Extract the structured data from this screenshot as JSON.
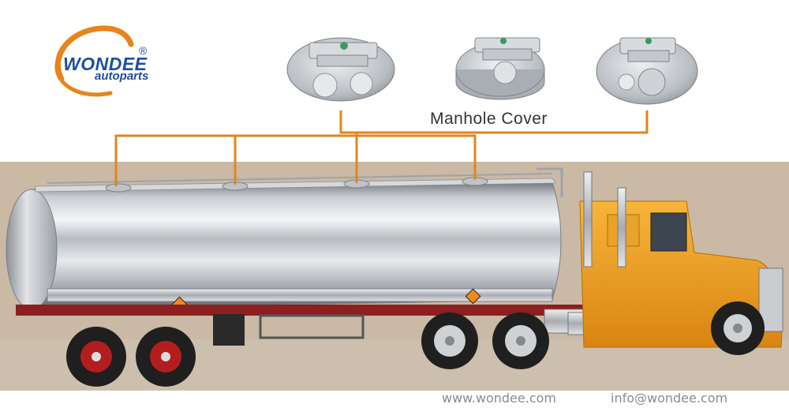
{
  "logo": {
    "brand": "WONDEE",
    "sub": "autoparts",
    "registered": "®"
  },
  "caption": "Manhole Cover",
  "footer": {
    "website": "www.wondee.com",
    "email": "info@wondee.com"
  },
  "colors": {
    "connector": "#e0861e",
    "brand": "#1f4f9c",
    "logo_ring": "#e8841a",
    "cab": "#f2a21a",
    "ground": "#c7b7a3"
  },
  "icons": [
    "hazard-diamond-icon",
    "hazard-diamond-icon"
  ]
}
